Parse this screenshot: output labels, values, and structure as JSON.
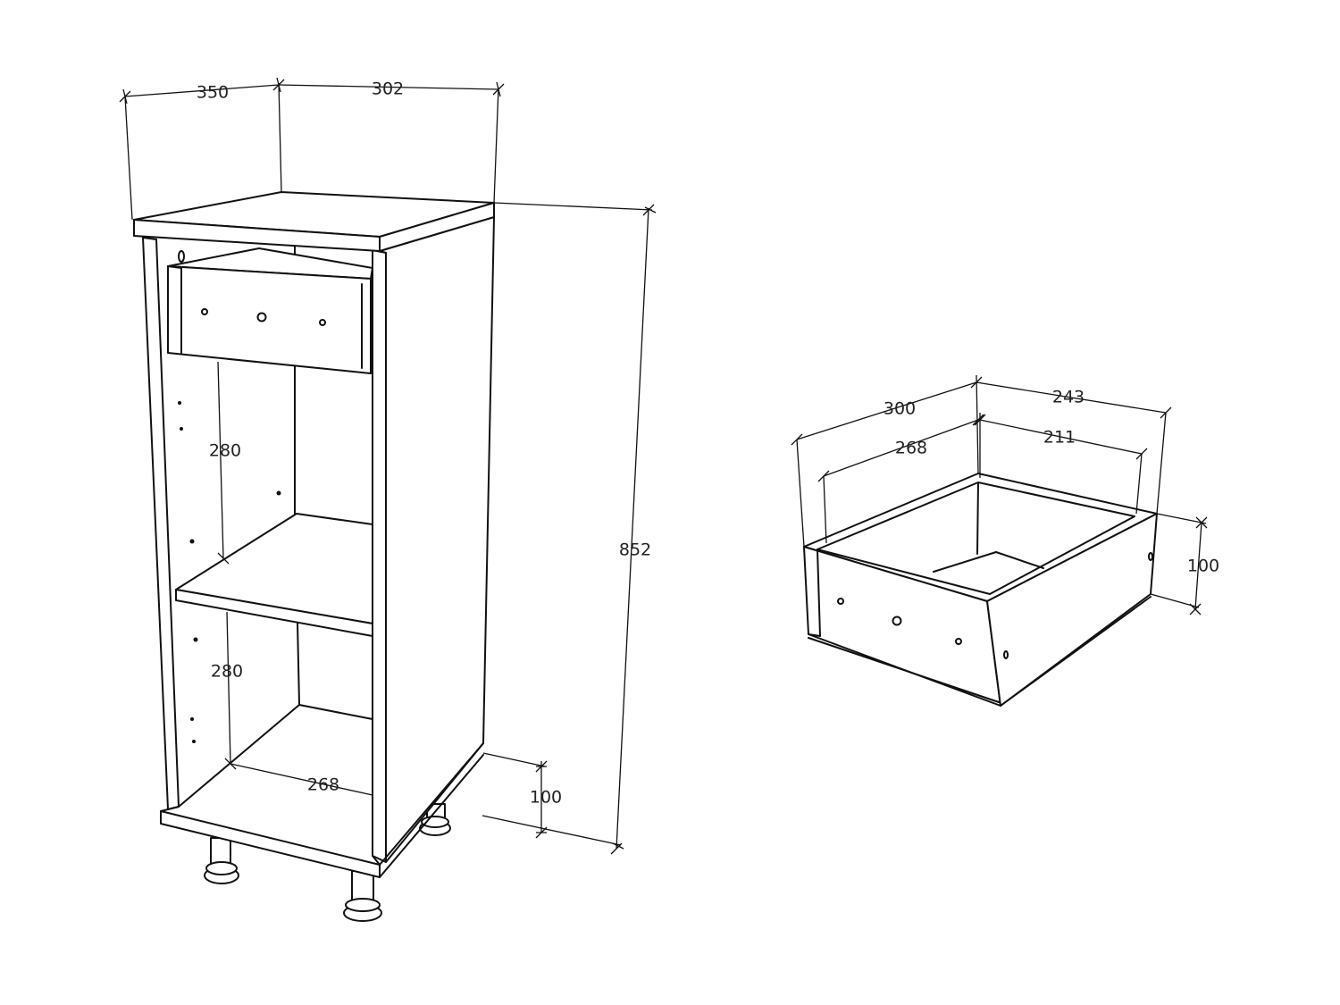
{
  "cabinet": {
    "dimensions": {
      "depth": "350",
      "width": "302",
      "height": "852",
      "shelf_gap_upper": "280",
      "shelf_gap_lower": "280",
      "inner_width": "268",
      "leg_height": "100"
    }
  },
  "drawer": {
    "dimensions": {
      "outer_width": "300",
      "outer_depth": "243",
      "inner_width": "268",
      "inner_depth": "211",
      "height": "100"
    }
  }
}
